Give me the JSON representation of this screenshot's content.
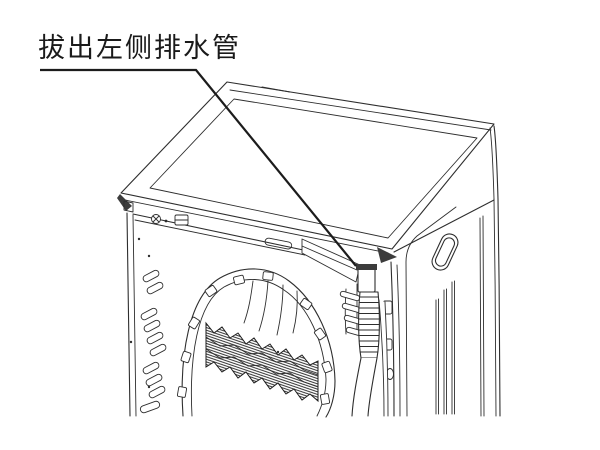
{
  "label": {
    "text": "拔出左侧排水管"
  },
  "figure": {
    "subject": "washing-machine-rear-view-illustration",
    "parts": [
      "lid",
      "lid-inner-panel",
      "back-panel",
      "left-vent-slots",
      "drum-opening",
      "corrugated-belt",
      "hose-bracket",
      "drain-hose",
      "side-panel",
      "handle-cutout"
    ]
  },
  "colors": {
    "line": "#2e2e2e",
    "leader": "#1c1c1c",
    "background": "#ffffff",
    "label_text": "#1a1a1a"
  }
}
